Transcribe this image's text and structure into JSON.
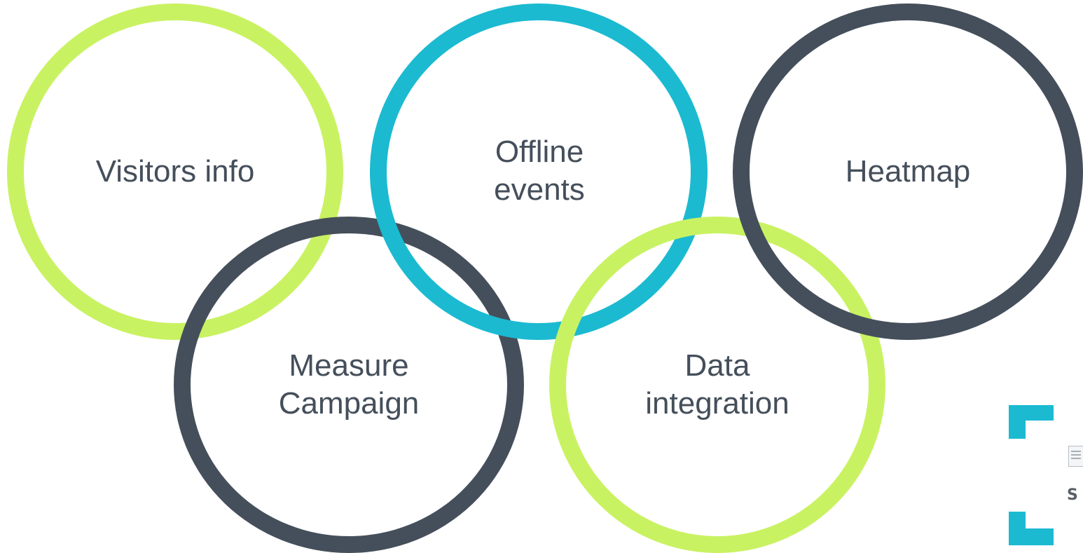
{
  "colors": {
    "lime": "#c9f262",
    "teal": "#1bbad1",
    "slate": "#454f5b",
    "text": "#454f5b"
  },
  "circles": [
    {
      "id": "visitors-info",
      "label_lines": [
        "Visitors info"
      ],
      "color": "lime"
    },
    {
      "id": "offline-events",
      "label_lines": [
        "Offline",
        "events"
      ],
      "color": "teal"
    },
    {
      "id": "heatmap",
      "label_lines": [
        "Heatmap"
      ],
      "color": "slate"
    },
    {
      "id": "measure-campaign",
      "label_lines": [
        "Measure",
        "Campaign"
      ],
      "color": "slate"
    },
    {
      "id": "data-integration",
      "label_lines": [
        "Data",
        "integration"
      ],
      "color": "lime"
    }
  ],
  "logo": {
    "name": "bracket-logo",
    "visible_letter": "S"
  }
}
